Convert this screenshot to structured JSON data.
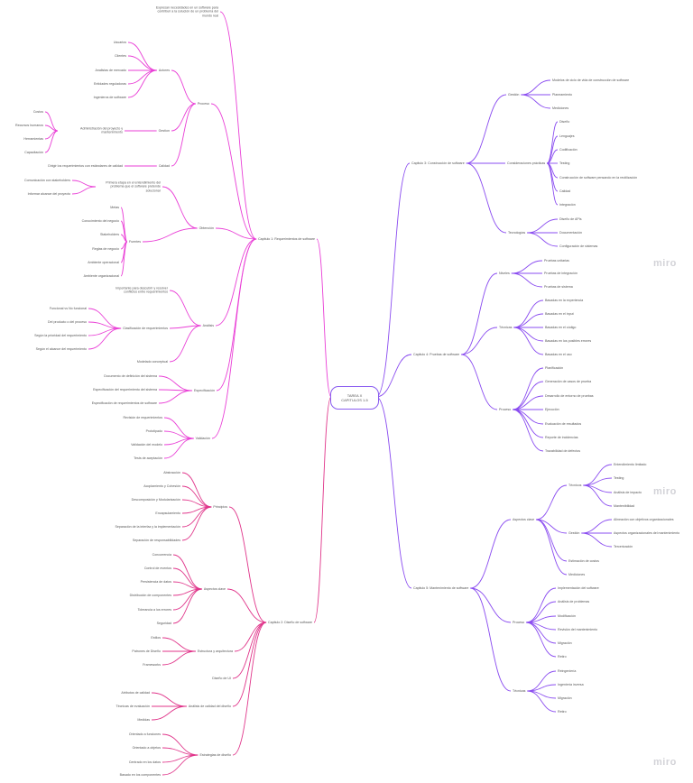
{
  "root": {
    "title": "TAREA X",
    "subtitle": "CAPITULOS 1-5"
  },
  "colors": {
    "left": "#e93fd6",
    "left2": "#e0358a",
    "right": "#8a4cf0"
  },
  "watermark": "miro",
  "chapters": {
    "c1": {
      "label": "Capitulo 1: Requerimientos de software",
      "top_note": "Expresan necesidades en un software para contribuir a la solución de un problema del mundo real",
      "proceso": {
        "label": "Proceso",
        "actores": {
          "label": "Actores",
          "items": [
            "Usuarios",
            "Clientes",
            "Analistas de mercado",
            "Entidades reguladoras",
            "Ingenieros de software"
          ]
        },
        "gestion": {
          "label": "Gestion",
          "sub": "Administración del proyecto y mantenimiento",
          "items": [
            "Costos",
            "Recursos humanos",
            "Herramientas",
            "Capacitación"
          ]
        },
        "calidad": {
          "label": "Calidad",
          "sub": "Dirigir los requerimientos con estándares de calidad"
        }
      },
      "obtencion": {
        "label": "Obtención",
        "sub": "Primera etapa en el entendimiento del problema que el software pretende solucionar",
        "sub_items": [
          "Comunicación con stakeholders",
          "Informar alcance del proyecto"
        ],
        "fuentes": {
          "label": "Fuentes",
          "items": [
            "Metas",
            "Conocimiento del negocio",
            "Stakeholders",
            "Reglas de negocio",
            "Ambiente operacional",
            "Ambiente organizacional"
          ]
        }
      },
      "analisis": {
        "label": "Análisis",
        "note": "Importante para descubrir y resolver conflictos entre requerimientos",
        "clasificacion": {
          "label": "Clasificación de requerimientos",
          "items": [
            "Funcional vs No funcional",
            "Del producto o del proceso",
            "Según la prioridad del requerimiento",
            "Según el alcance del requerimiento"
          ]
        },
        "modelado": "Modelado conceptual"
      },
      "especificacion": {
        "label": "Especificación",
        "items": [
          "Documento de definición del sistema",
          "Especificación del requerimiento del sistema",
          "Especificación de requerimientos de software"
        ]
      },
      "validacion": {
        "label": "Validación",
        "items": [
          "Revisión de requerimientos",
          "Prototipado",
          "Validación del modelo",
          "Tests de aceptación"
        ]
      }
    },
    "c2": {
      "label": "Capitulo 2: Diseño de software",
      "principios": {
        "label": "Principios",
        "items": [
          "Abstracción",
          "Acoplamiento y Cohesión",
          "Descomposición y Modularización",
          "Encapsulamiento",
          "Separación de la interfaz y la implementación",
          "Separación de responsabilidades"
        ]
      },
      "aspectos": {
        "label": "Aspectos clave",
        "items": [
          "Concurrencia",
          "Control de eventos",
          "Persistencia de datos",
          "Distribución de componentes",
          "Tolerancia a los errores",
          "Seguridad"
        ]
      },
      "estructura": {
        "label": "Estructura y arquitectura",
        "items": [
          "Estilos",
          "Patrones de Diseño",
          "Frameworks"
        ]
      },
      "ui": "Diseño de UI",
      "analisis": {
        "label": "Análisis de calidad del diseño",
        "items": [
          "Atributos de calidad",
          "Técnicas de evaluación",
          "Medidas"
        ]
      },
      "estrategias": {
        "label": "Estrategias de diseño",
        "items": [
          "Orientado a funciones",
          "Orientado a objetos",
          "Centrado en los datos",
          "Basado en los componentes"
        ]
      }
    },
    "c3": {
      "label": "Capitulo 3: Construcción de software",
      "gestion": {
        "label": "Gestión",
        "items": [
          "Modelos de ciclo de vida de construcción de software",
          "Planeamiento",
          "Mediciones"
        ]
      },
      "consideraciones": {
        "label": "Consideraciones prácticas",
        "items": [
          "Diseño",
          "Lenguajes",
          "Codificación",
          "Testing",
          "Construcción de software pensando en la reutilización",
          "Calidad",
          "Integración"
        ]
      },
      "tecnologias": {
        "label": "Tecnologías",
        "items": [
          "Diseño de APIs",
          "Documentación",
          "Configuración de sistemas"
        ]
      }
    },
    "c4": {
      "label": "Capitulo 4: Pruebas de software",
      "niveles": {
        "label": "Niveles",
        "items": [
          "Pruebas unitarias",
          "Pruebas de integración",
          "Pruebas de sistema"
        ]
      },
      "tecnicas": {
        "label": "Técnicas",
        "items": [
          "Basadas en la experiencia",
          "Basadas en el input",
          "Basadas en el código",
          "Basadas en los posibles errores",
          "Basadas en el uso"
        ]
      },
      "proceso": {
        "label": "Proceso",
        "items": [
          "Planificación",
          "Generación de casos de prueba",
          "Desarrollo de entorno de pruebas",
          "Ejecución",
          "Evaluación de resultados",
          "Reporte de incidencias",
          "Trazabilidad de defectos"
        ]
      }
    },
    "c5": {
      "label": "Capitulo 5: Mantenimiento de software",
      "aspectos": {
        "label": "Aspectos clave",
        "tecnicos": {
          "label": "Técnicos",
          "items": [
            "Entendimiento limitado",
            "Testing",
            "Análisis de impacto",
            "Mantenibilidad"
          ]
        },
        "gestion": {
          "label": "Gestión",
          "items": [
            "Alineación con objetivos organizacionales",
            "Aspectos organizacionales del mantenimiento",
            "Tercerización"
          ]
        },
        "extra": [
          "Estimación de costos",
          "Mediciones"
        ]
      },
      "proceso": {
        "label": "Proceso",
        "items": [
          "Implementación del software",
          "Análisis de problemas",
          "Modificación",
          "Revisión del mantenimiento",
          "Migración",
          "Retiro"
        ]
      },
      "tecnicas": {
        "label": "Técnicas",
        "items": [
          "Reingeniería",
          "Ingeniería inversa",
          "Migración",
          "Retiro"
        ]
      }
    }
  }
}
